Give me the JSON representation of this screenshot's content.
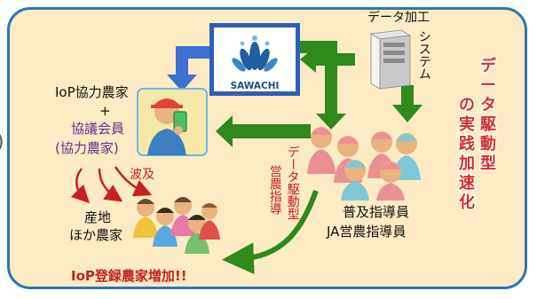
{
  "logo": {
    "text": "SAWACHI"
  },
  "server": {
    "label_line1": "データ加工",
    "label_line2": "システム"
  },
  "farmers": {
    "line1": "IoP協力農家",
    "plus": "+",
    "line2": "協議会員",
    "line3": "(協力農家)"
  },
  "spread": {
    "label": "波及"
  },
  "region": {
    "line1": "産地",
    "line2": "ほか農家"
  },
  "instructors": {
    "line1": "普及指導員",
    "line2": "JA営農指導員"
  },
  "guidance": {
    "col1": "データ駆動型",
    "col2": "営農指導"
  },
  "headline": {
    "text": "データ駆動型の実践加速化"
  },
  "footer": {
    "text": "IoP登録農家増加!!"
  },
  "colors": {
    "border": "#2a75b3",
    "panel": "#fdebc3",
    "green": "#2e8a1a",
    "blue": "#3f6fd0",
    "red": "#c8201e"
  }
}
